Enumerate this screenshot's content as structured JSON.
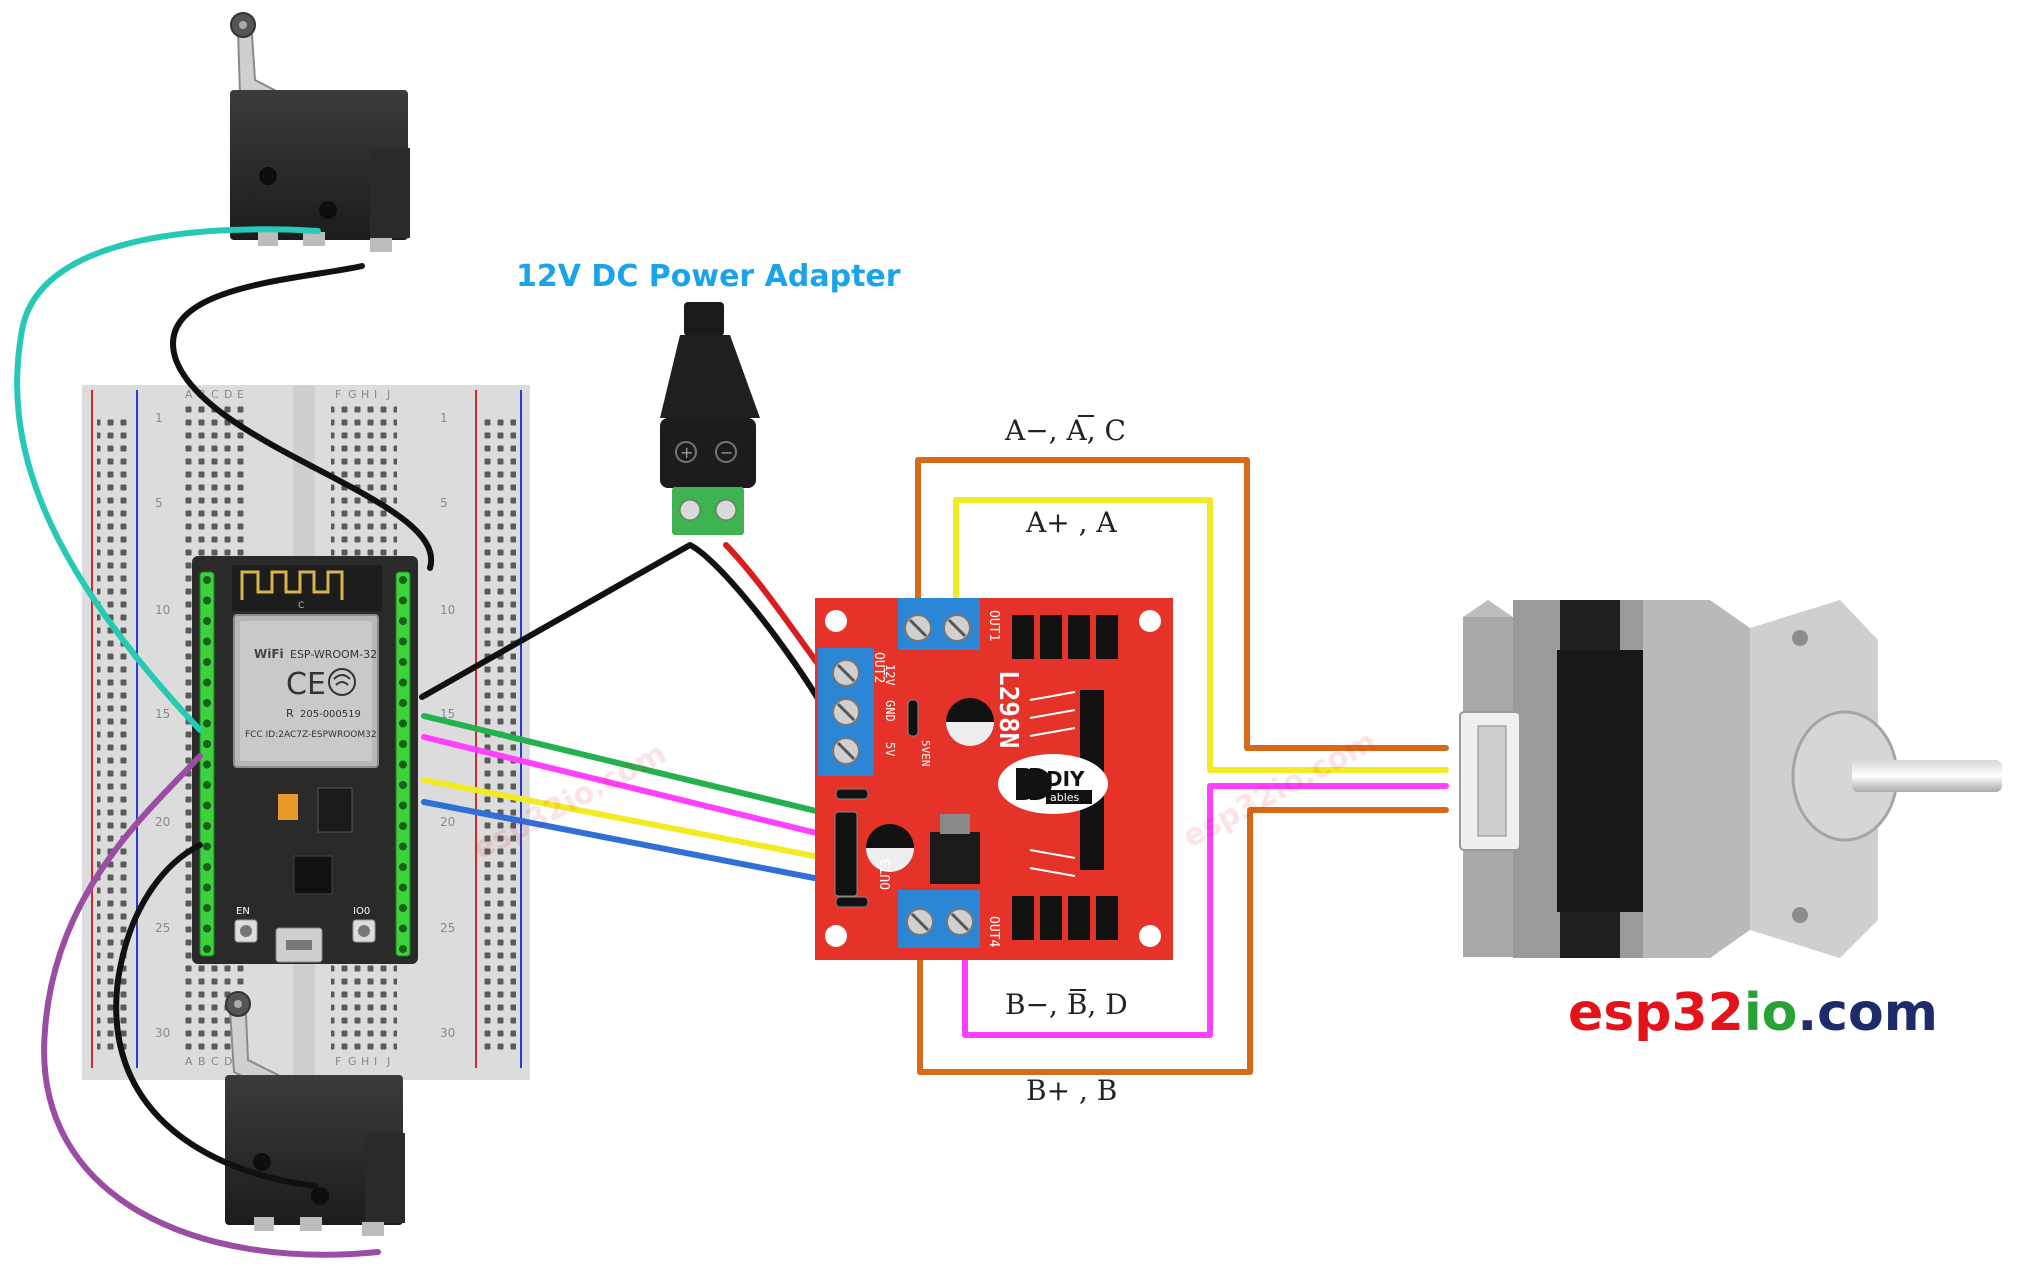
{
  "power_adapter": {
    "title": "12V DC Power Adapter",
    "color": "#1aa3e8"
  },
  "esp32": {
    "module_label": "ESP-WROOM-32",
    "cert_code": "205-000519",
    "fcc_id": "FCC ID:2AC7Z-ESPWROOM32",
    "wifi_mark": "WiFi",
    "ce_mark": "CE",
    "r_mark": "R",
    "en_button": "EN",
    "io0_button": "IO0",
    "pcb_letter": "C"
  },
  "driver": {
    "chip": "L298N",
    "out1": "OUT1",
    "out2": "OUT2",
    "out3": "OUT3",
    "out4": "OUT4",
    "v12": "12V",
    "gnd": "GND",
    "v5": "5V",
    "v5en": "5VEN",
    "logo_main": "DIY",
    "logo_sub": "ables",
    "board_color": "#e6332a"
  },
  "coil_labels": {
    "a_minus": "A−, A, C",
    "a_plus": "A+ , A",
    "b_minus": "B−, B, D",
    "b_plus": "B+ , B"
  },
  "breadboard": {
    "cols_left": [
      "A",
      "B",
      "C",
      "D",
      "E"
    ],
    "cols_right": [
      "F",
      "G",
      "H",
      "I",
      "J"
    ],
    "row_numbers": [
      "1",
      "5",
      "10",
      "15",
      "20",
      "25",
      "30"
    ]
  },
  "branding": {
    "esp": "esp",
    "num": "32",
    "io": "io",
    "dotcom": ".com",
    "esp_color": "#e3131b",
    "num_color": "#e3131b",
    "io_color": "#27a335",
    "com_color": "#1f2a6b",
    "watermark": "esp32io.com"
  },
  "wire_colors": {
    "cyan": "#26c9b5",
    "black": "#111111",
    "purple": "#9a4da3",
    "green": "#22b14c",
    "magenta": "#ff40ff",
    "yellow": "#f2ea24",
    "blue": "#2f6fd6",
    "orange": "#d76a19",
    "red": "#d81e1e"
  }
}
